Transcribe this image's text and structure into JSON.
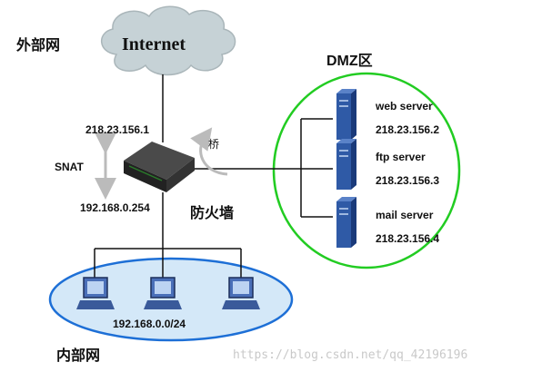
{
  "labels": {
    "external_net": "外部网",
    "internet": "Internet",
    "dmz": "DMZ区",
    "external_ip": "218.23.156.1",
    "snat": "SNAT",
    "bridge": "桥",
    "internal_ip": "192.168.0.254",
    "firewall": "防火墙",
    "subnet": "192.168.0.0/24",
    "internal_net": "内部网",
    "watermark": "https://blog.csdn.net/qq_42196196"
  },
  "servers": [
    {
      "name": "web server",
      "ip": "218.23.156.2"
    },
    {
      "name": "ftp server",
      "ip": "218.23.156.3"
    },
    {
      "name": "mail server",
      "ip": "218.23.156.4"
    }
  ],
  "colors": {
    "cloud": "#c6d2d6",
    "dmz_border": "#22cc22",
    "lan_fill": "#d4e8f8",
    "lan_border": "#1d6fd6",
    "server": "#2f5aa6",
    "monitor": "#4a6fb8",
    "arrow": "#bbbbbb",
    "line": "#111111"
  }
}
